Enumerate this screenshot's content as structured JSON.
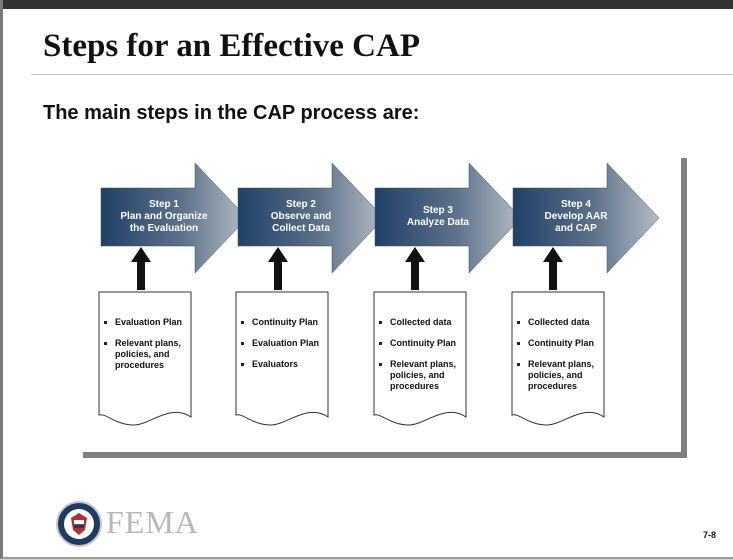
{
  "slide": {
    "title": "Steps for an Effective CAP",
    "subtitle": "The main steps in the CAP process are:",
    "page_number": "7-8",
    "logo_text": "FEMA"
  },
  "steps": [
    {
      "lines": [
        "Step 1",
        "Plan and Organize",
        "the Evaluation"
      ],
      "items": [
        "Evaluation Plan",
        "Relevant plans, policies, and procedures"
      ]
    },
    {
      "lines": [
        "Step 2",
        "Observe and",
        "Collect Data"
      ],
      "items": [
        "Continuity Plan",
        "Evaluation Plan",
        "Evaluators"
      ]
    },
    {
      "lines": [
        "Step 3",
        "Analyze Data"
      ],
      "items": [
        "Collected data",
        "Continuity Plan",
        "Relevant plans, policies, and procedures"
      ]
    },
    {
      "lines": [
        "Step 4",
        "Develop AAR",
        "and CAP"
      ],
      "items": [
        "Collected data",
        "Continuity Plan",
        "Relevant plans, policies, and procedures"
      ]
    }
  ],
  "colors": {
    "arrow_dark": "#1f4068",
    "arrow_light": "#a9b3bd",
    "up_arrow": "#111111"
  }
}
